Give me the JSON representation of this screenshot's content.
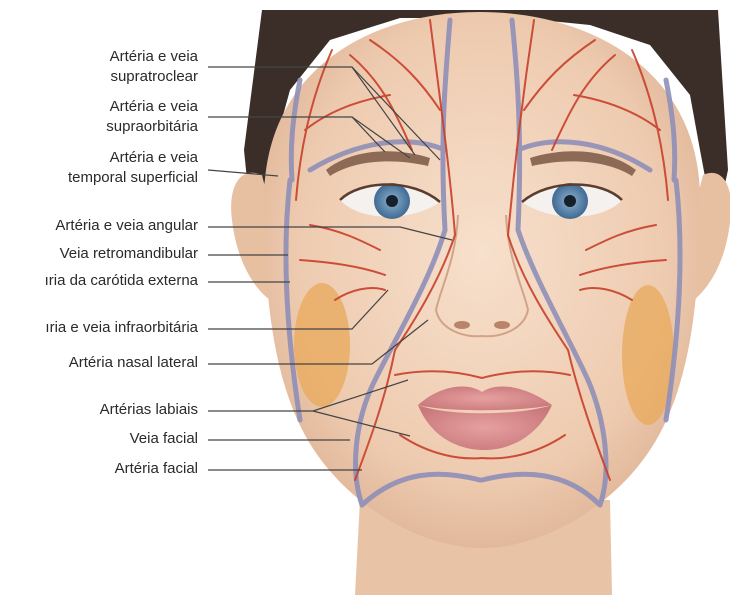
{
  "labels": {
    "supratroclear_1": "Artéria e veia",
    "supratroclear_2": "supratroclear",
    "supraorbitaria_1": "Artéria e veia",
    "supraorbitaria_2": "supraorbitária",
    "temporal_1": "Artéria e veia",
    "temporal_2": "temporal superficial",
    "angular": "Artéria e veia angular",
    "retromandibular": "Veia retromandibular",
    "carotida": "ıria da carótida externa",
    "infraorbitaria": "ıria e veia infraorbitária",
    "nasal_lateral": "Artéria nasal lateral",
    "labiais": "Artérias labiais",
    "veia_facial": "Veia facial",
    "arteria_facial": "Artéria facial"
  },
  "colors": {
    "skin": "#f2d3b9",
    "hair": "#3b2e28",
    "artery": "#c8402c",
    "vein": "#8f8fb8",
    "parotid": "#e8a85a",
    "lips": "#d98f8f",
    "iris": "#5d87b0",
    "leader": "#444444"
  }
}
